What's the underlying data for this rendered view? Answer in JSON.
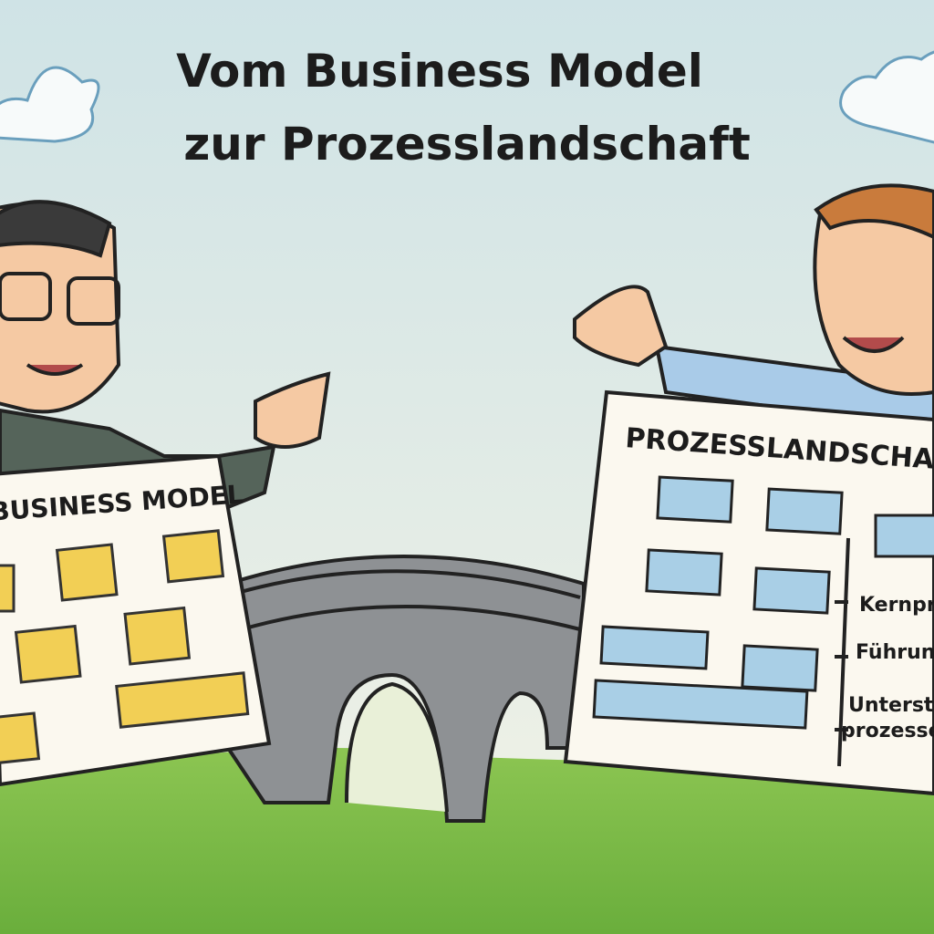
{
  "title": {
    "line1": "Vom Business Model",
    "line2": "zur Prozesslandschaft"
  },
  "left_board": {
    "heading": "BUSINESS MODEL",
    "note_color": "#f2cf55"
  },
  "right_board": {
    "heading": "PROZESSLANDSCHAFT",
    "box_color": "#a9cfe6",
    "labels": [
      "Kernprozesse",
      "Führungsprozesse",
      "Unterstützungs-",
      "prozesse"
    ]
  },
  "colors": {
    "sky": "#dcebed",
    "grass": "#7dbb4a",
    "bridge": "#8a8d8f"
  }
}
